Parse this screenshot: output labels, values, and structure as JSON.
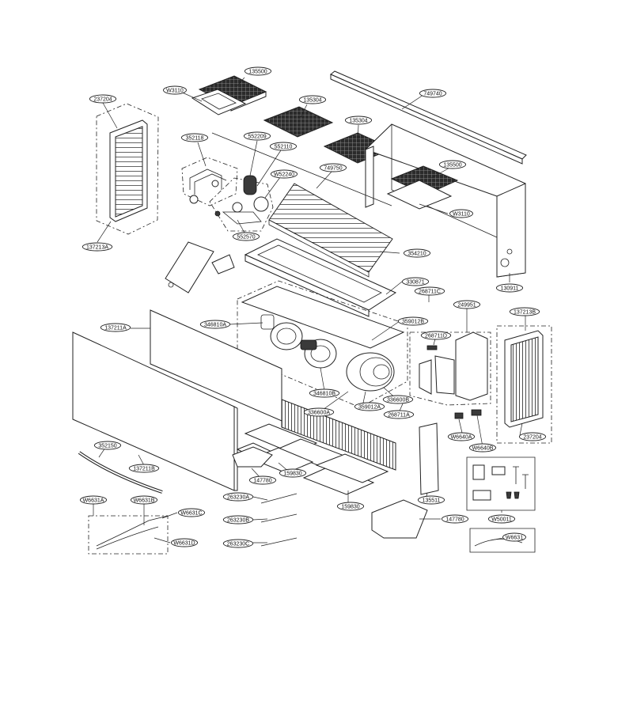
{
  "labels": [
    {
      "id": "135500-a",
      "text": "135500"
    },
    {
      "id": "w3110-a",
      "text": "W3110"
    },
    {
      "id": "237204-a",
      "text": "237204"
    },
    {
      "id": "135304-a",
      "text": "135304"
    },
    {
      "id": "749740",
      "text": "749740"
    },
    {
      "id": "135304-b",
      "text": "135304"
    },
    {
      "id": "352118",
      "text": "352118"
    },
    {
      "id": "552209",
      "text": "552209"
    },
    {
      "id": "552110",
      "text": "552110"
    },
    {
      "id": "w52240",
      "text": "W52240"
    },
    {
      "id": "749750",
      "text": "749750"
    },
    {
      "id": "135500-b",
      "text": "135500"
    },
    {
      "id": "w3110-b",
      "text": "W3110"
    },
    {
      "id": "552570",
      "text": "552570"
    },
    {
      "id": "137213a",
      "text": "137213A"
    },
    {
      "id": "354210",
      "text": "354210"
    },
    {
      "id": "130911",
      "text": "130911"
    },
    {
      "id": "330871",
      "text": "330871"
    },
    {
      "id": "268711c",
      "text": "268711C"
    },
    {
      "id": "249951",
      "text": "249951"
    },
    {
      "id": "137213b",
      "text": "137213B"
    },
    {
      "id": "137211a",
      "text": "137211A"
    },
    {
      "id": "346810a",
      "text": "346810A"
    },
    {
      "id": "359012b",
      "text": "359012B"
    },
    {
      "id": "268711d",
      "text": "268711D"
    },
    {
      "id": "346810b",
      "text": "346810B"
    },
    {
      "id": "336600b",
      "text": "336600B"
    },
    {
      "id": "336600a",
      "text": "336600A"
    },
    {
      "id": "359012a",
      "text": "359012A"
    },
    {
      "id": "268711a",
      "text": "268711A"
    },
    {
      "id": "w6640a",
      "text": "W6640A"
    },
    {
      "id": "w6640b",
      "text": "W6640B"
    },
    {
      "id": "237204-b",
      "text": "237204"
    },
    {
      "id": "352150",
      "text": "352150"
    },
    {
      "id": "137211b",
      "text": "137211B"
    },
    {
      "id": "159830-a",
      "text": "159830"
    },
    {
      "id": "147780-a",
      "text": "147780"
    },
    {
      "id": "135511",
      "text": "135511"
    },
    {
      "id": "263230a",
      "text": "263230A"
    },
    {
      "id": "159830-b",
      "text": "159830"
    },
    {
      "id": "w6631a",
      "text": "W6631A"
    },
    {
      "id": "w6631b",
      "text": "W6631B"
    },
    {
      "id": "w6631c",
      "text": "W6631C"
    },
    {
      "id": "263230b",
      "text": "263230B"
    },
    {
      "id": "147780-b",
      "text": "147780"
    },
    {
      "id": "w50011",
      "text": "W50011"
    },
    {
      "id": "w6631d",
      "text": "W6631D"
    },
    {
      "id": "263230c",
      "text": "263230C"
    },
    {
      "id": "w6631",
      "text": "W6631"
    }
  ]
}
